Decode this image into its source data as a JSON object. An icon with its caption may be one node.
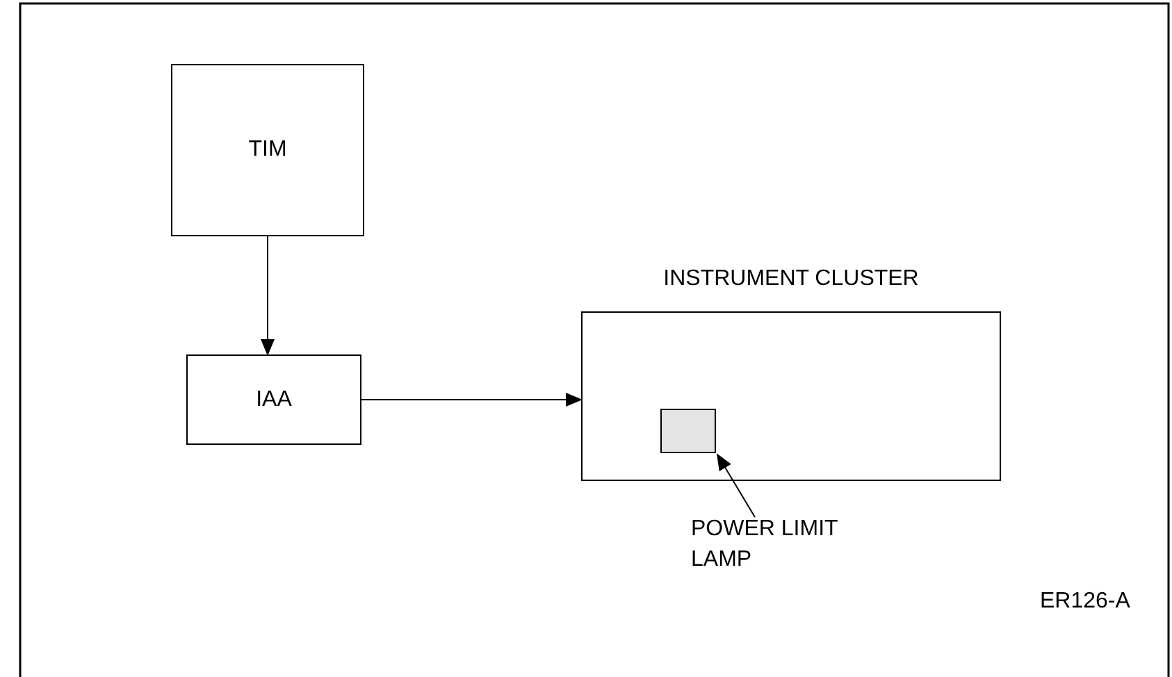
{
  "diagram": {
    "nodes": [
      {
        "text": [
          "TIM"
        ]
      },
      {
        "text": [
          "IAA"
        ]
      },
      {
        "text": [
          "INSTRUMENT CLUSTER"
        ]
      },
      {
        "text": [],
        "shape": "box",
        "in": 2
      },
      {
        "text": [
          "POWER LIMIT LAMP"
        ]
      }
    ],
    "edges": [
      {
        "from": 0,
        "to": 1,
        "arrow": "to"
      },
      {
        "from": 1,
        "to": 2,
        "arrow": "to"
      },
      {
        "from": 4,
        "to": 3,
        "arrow": "to"
      }
    ],
    "labels": [
      "ER126-A"
    ]
  }
}
